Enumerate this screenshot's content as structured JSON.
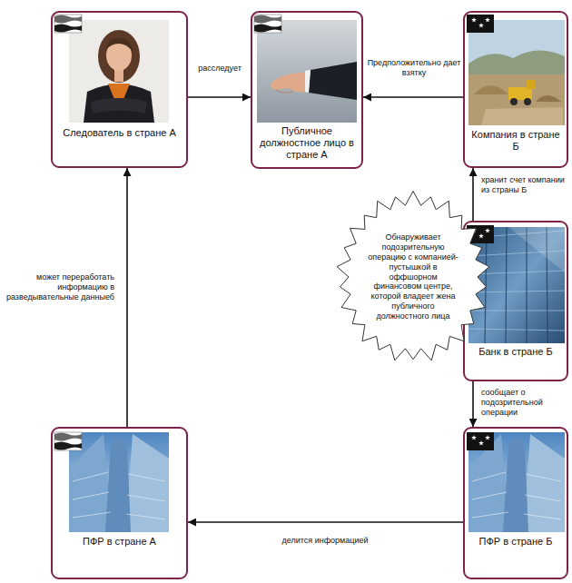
{
  "diagram": {
    "nodes": [
      {
        "text": [
          "Следователь в стране А"
        ]
      },
      {
        "text": [
          "Публичное должностное лицо в стране А"
        ]
      },
      {
        "text": [
          "Компания в стране Б"
        ]
      },
      {
        "text": [
          "Обнаруживает подозрительную операцию с компанией-пустышкой в оффшорном финансовом центре, которой владеет жена публичного должностного лица"
        ]
      },
      {
        "text": [
          "Банк в стране Б"
        ]
      },
      {
        "text": [
          "ПФР в стране А"
        ]
      },
      {
        "text": [
          "ПФР в стране Б"
        ]
      }
    ],
    "edges": [
      {
        "from": 0,
        "to": 1,
        "label": "расследует",
        "arrow": "to"
      },
      {
        "from": 2,
        "to": 1,
        "label": "Предположительно дает взятку",
        "arrow": "to"
      },
      {
        "from": 4,
        "to": 2,
        "label": "хранит счет компании из страны Б",
        "arrow": "to"
      },
      {
        "from": 4,
        "to": 6,
        "label": "сообщает о подозрительной операции",
        "arrow": "to"
      },
      {
        "from": 6,
        "to": 5,
        "label": "делится информацией",
        "arrow": "to"
      },
      {
        "from": 5,
        "to": 0,
        "label": "может переработать информацию в разведывательные данныеб",
        "arrow": "to"
      }
    ]
  }
}
